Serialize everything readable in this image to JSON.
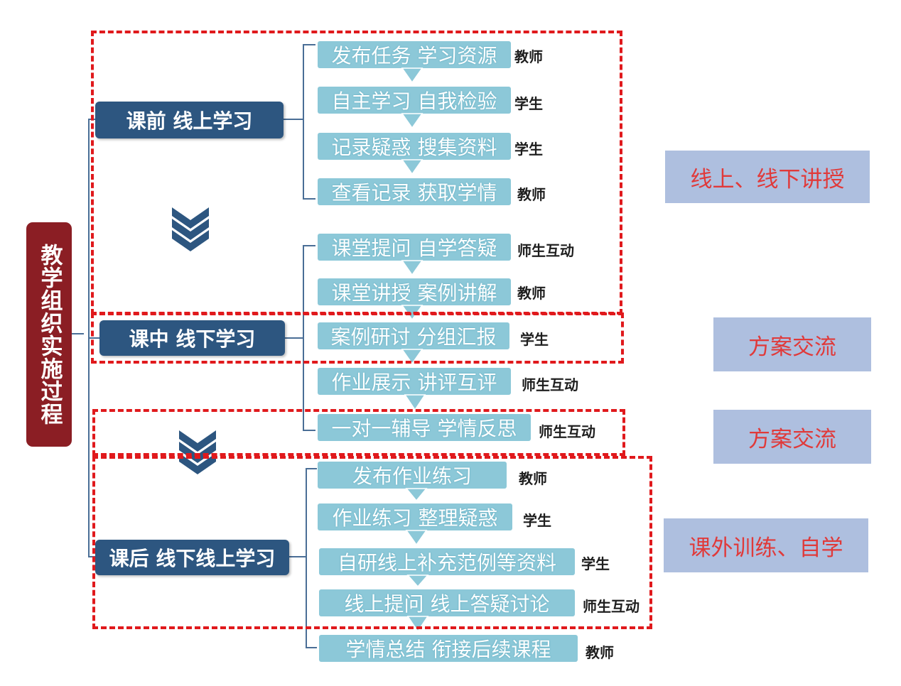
{
  "root": {
    "label": "教学组织实施过程"
  },
  "phases": {
    "pre": "课前  线上学习",
    "in": "课中  线下学习",
    "post": "课后  线下线上学习"
  },
  "steps": [
    {
      "label": "发布任务  学习资源",
      "role": "教师"
    },
    {
      "label": "自主学习  自我检验",
      "role": "学生"
    },
    {
      "label": "记录疑惑  搜集资料",
      "role": "学生"
    },
    {
      "label": "查看记录  获取学情",
      "role": "教师"
    },
    {
      "label": "课堂提问  自学答疑",
      "role": "师生互动"
    },
    {
      "label": "课堂讲授  案例讲解",
      "role": "教师"
    },
    {
      "label": "案例研讨  分组汇报",
      "role": "学生"
    },
    {
      "label": "作业展示  讲评互评",
      "role": "师生互动"
    },
    {
      "label": "一对一辅导  学情反思",
      "role": "师生互动"
    },
    {
      "label": "发布作业练习",
      "role": "教师"
    },
    {
      "label": "作业练习  整理疑惑",
      "role": "学生"
    },
    {
      "label": "自研线上补充范例等资料",
      "role": "学生"
    },
    {
      "label": "线上提问  线上答疑讨论",
      "role": "师生互动"
    },
    {
      "label": "学情总结  衔接后续课程",
      "role": "教师"
    }
  ],
  "notes": [
    "线上、线下讲授",
    "方案交流",
    "方案交流",
    "课外训练、自学"
  ],
  "colors": {
    "root_fill": "#8b1e24",
    "phase_fill": "#2d5680",
    "step_fill": "#8cc8d8",
    "connector": "#4a6e96",
    "frame_dash": "#e0191c",
    "note_fill": "#aebfdf",
    "note_text": "#e03a3a"
  },
  "icons": [
    "double-chevron-down-icon",
    "down-arrow-icon"
  ]
}
